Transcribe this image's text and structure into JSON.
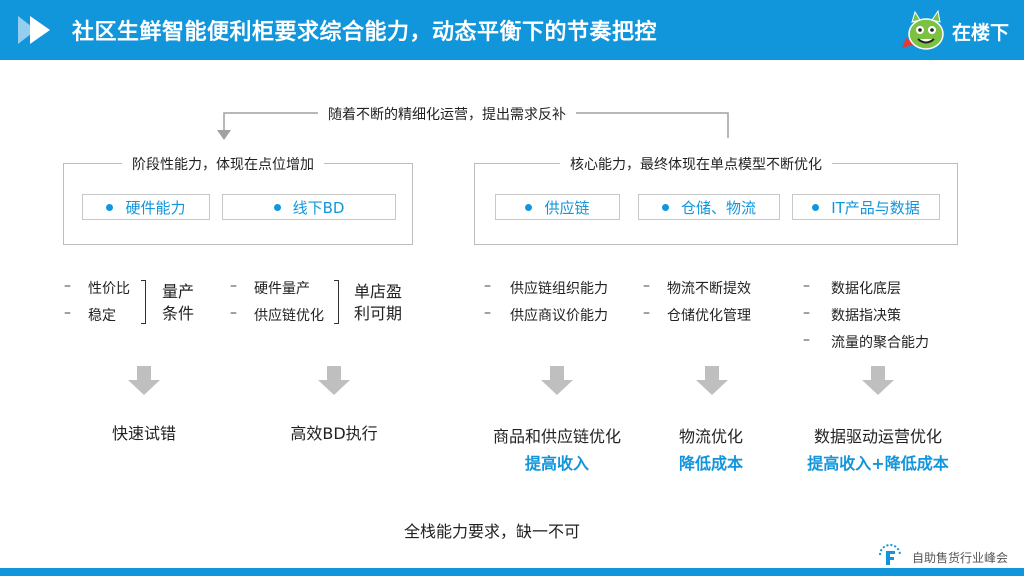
{
  "header": {
    "title": "社区生鲜智能便利柜要求综合能力，动态平衡下的节奏把控",
    "logo_text": "在楼下"
  },
  "top_loop": {
    "label": "随着不断的精细化运营，提出需求反补"
  },
  "left_box": {
    "label": "阶段性能力，体现在点位增加",
    "pills": [
      "硬件能力",
      "线下BD"
    ]
  },
  "right_box": {
    "label": "核心能力，最终体现在单点模型不断优化",
    "pills": [
      "供应链",
      "仓储、物流",
      "IT产品与数据"
    ]
  },
  "columns": [
    {
      "items": [
        "性价比",
        "稳定"
      ],
      "bracket_label": "量产条件",
      "result": "快速试错",
      "result_sub": ""
    },
    {
      "items": [
        "硬件量产",
        "供应链优化"
      ],
      "bracket_label": "单店盈利可期",
      "result": "高效BD执行",
      "result_sub": ""
    },
    {
      "items": [
        "供应链组织能力",
        "供应商议价能力"
      ],
      "result": "商品和供应链优化",
      "result_sub": "提高收入"
    },
    {
      "items": [
        "物流不断提效",
        "仓储优化管理"
      ],
      "result": "物流优化",
      "result_sub": "降低成本"
    },
    {
      "items": [
        "数据化底层",
        "数据指决策",
        "流量的聚合能力"
      ],
      "result": "数据驱动运营优化",
      "result_sub": "提高收入+降低成本"
    }
  ],
  "bracket_lines": {
    "col0": [
      "量产",
      "条件"
    ],
    "col1": [
      "单店盈",
      "利可期"
    ]
  },
  "dash_symbol": "–",
  "bottom_note": "全栈能力要求，缺一不可",
  "footer": {
    "text": "自助售货行业峰会"
  },
  "colors": {
    "accent": "#1296db",
    "border": "#bdbdbd",
    "arrow": "#bfbfbf"
  },
  "icons": {
    "play": "play-icon",
    "mascot": "mascot-logo-icon",
    "summit": "summit-logo-icon",
    "arrow": "arrow-down-icon"
  }
}
